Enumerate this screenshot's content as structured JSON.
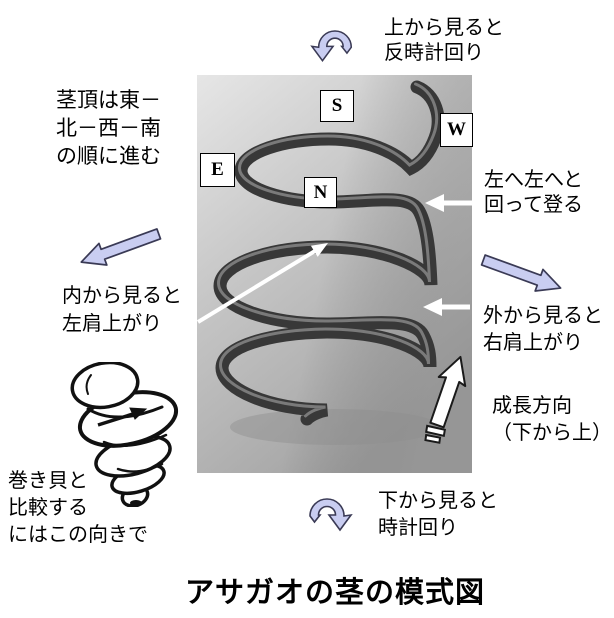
{
  "title": "アサガオの茎の模式図",
  "compass": {
    "south": "S",
    "west": "W",
    "east": "E",
    "north": "N"
  },
  "labels": {
    "top_view": {
      "line1": "上から見ると",
      "line2": "反時計回り"
    },
    "stem_tip": {
      "line1": "茎頂は東－",
      "line2": "北－西－南",
      "line3": "の順に進む"
    },
    "climb": {
      "line1": "左へ左へと",
      "line2": "回って登る"
    },
    "inner_view": {
      "line1": "内から見ると",
      "line2": "左肩上がり"
    },
    "outer_view": {
      "line1": "外から見ると",
      "line2": "右肩上がり"
    },
    "growth": {
      "line1": "成長方向",
      "line2": "（下から上）"
    },
    "snail": {
      "line1": "巻き貝と",
      "line2": "比較する",
      "line3": "にはこの向きで"
    },
    "bottom_view": {
      "line1": "下から見ると",
      "line2": "時計回り"
    }
  },
  "colors": {
    "rotation_arrow_fill": "#c9cdf1",
    "rotation_arrow_outline": "#3a3a55",
    "spring_color": "#383838",
    "annotation_arrow": "#ffffff",
    "text_color": "#000000",
    "box_border": "#000000"
  }
}
